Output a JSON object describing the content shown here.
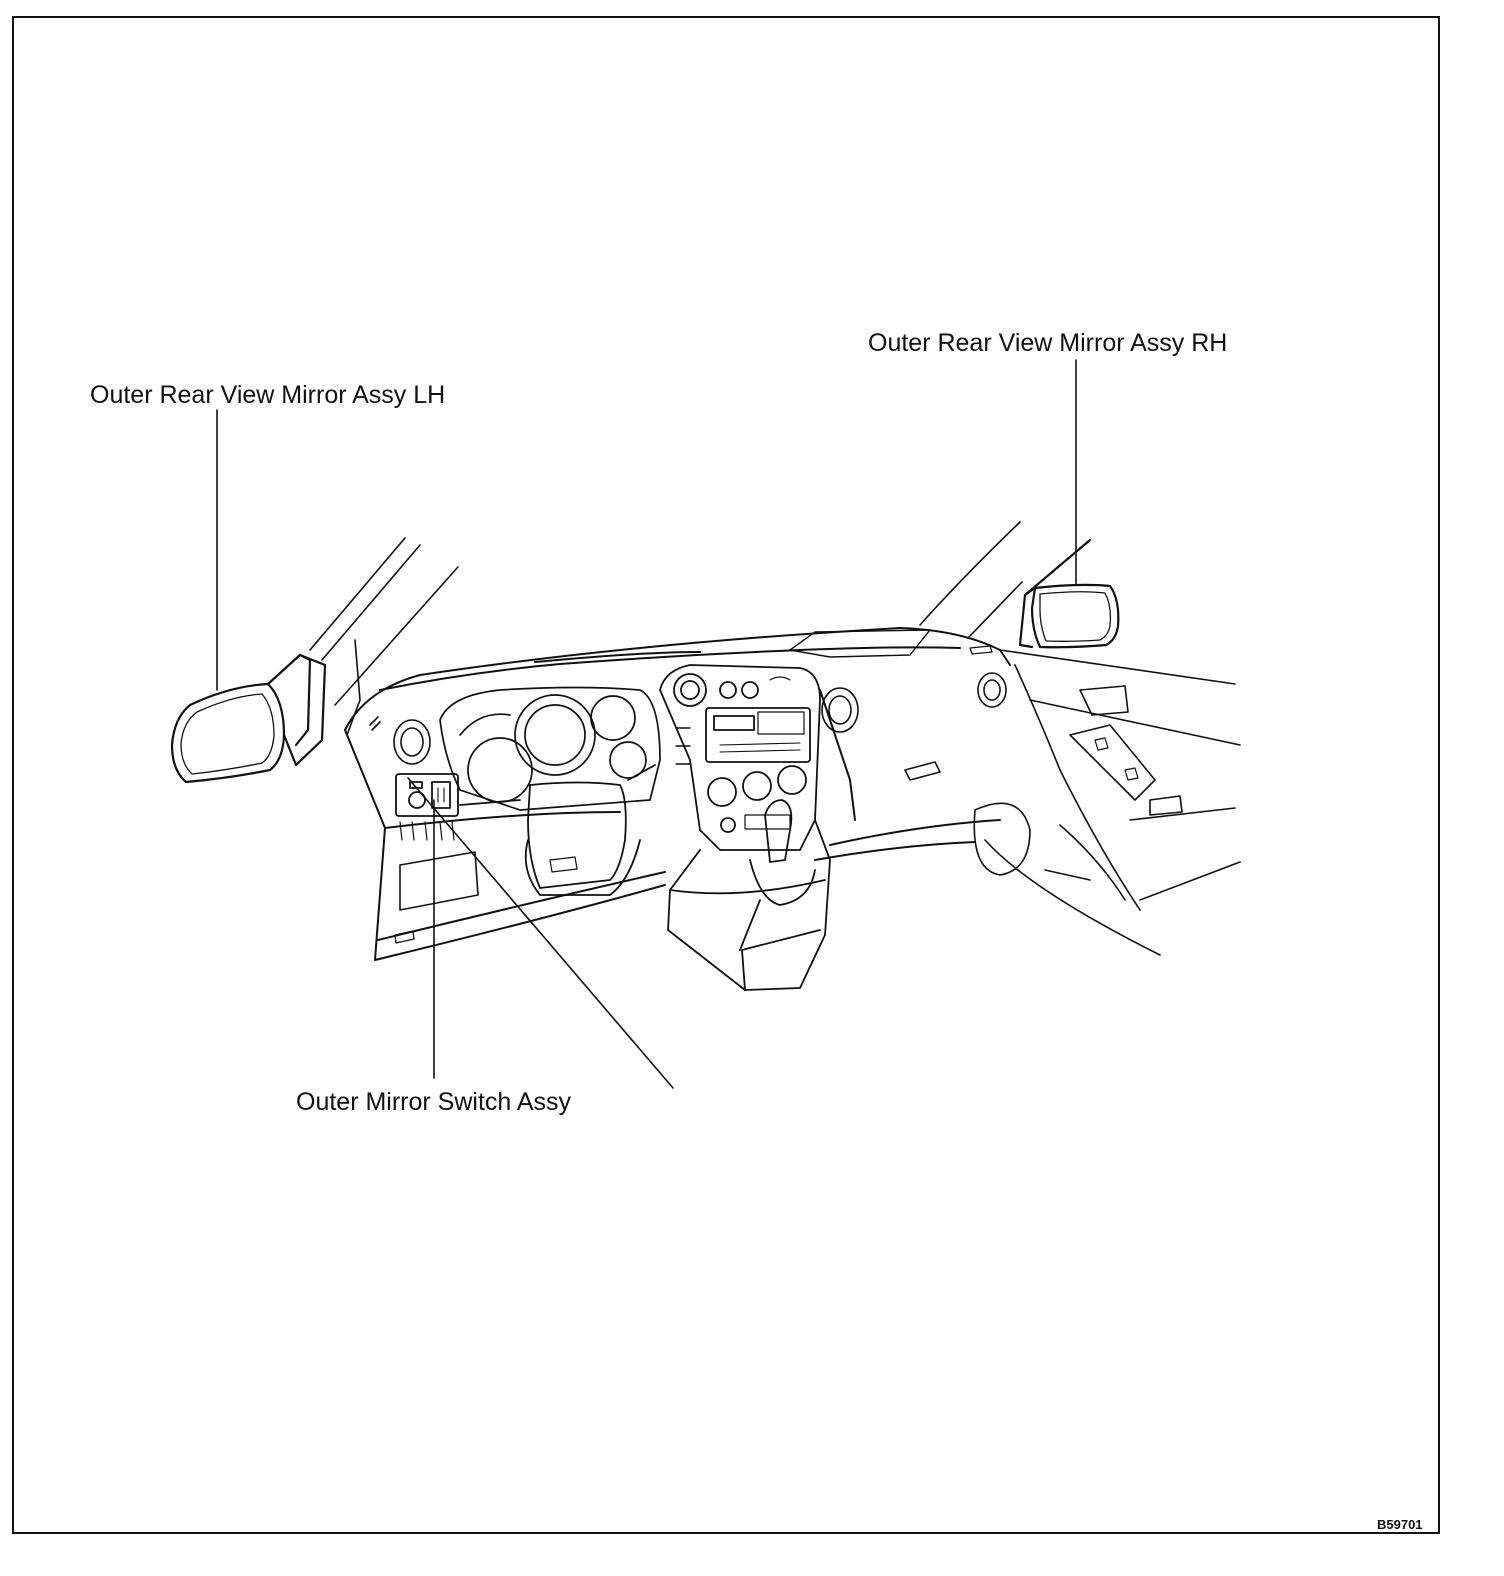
{
  "labels": {
    "mirror_lh": "Outer Rear View Mirror Assy LH",
    "mirror_rh": "Outer Rear View Mirror Assy RH",
    "mirror_switch": "Outer Mirror Switch Assy"
  },
  "figure_id": "B59701"
}
